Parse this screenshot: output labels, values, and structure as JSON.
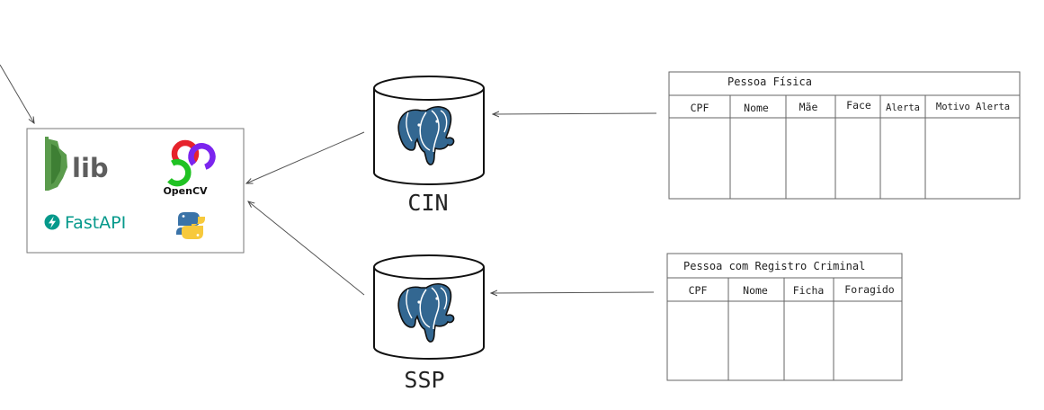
{
  "logos": {
    "dlib": "lib",
    "opencv": "OpenCV",
    "fastapi": "FastAPI"
  },
  "databases": [
    {
      "label": "CIN"
    },
    {
      "label": "SSP"
    }
  ],
  "tables": [
    {
      "title": "Pessoa Física",
      "columns": [
        "CPF",
        "Nome",
        "Mãe",
        "Face",
        "Alerta",
        "Motivo Alerta"
      ]
    },
    {
      "title": "Pessoa com Registro Criminal",
      "columns": [
        "CPF",
        "Nome",
        "Ficha",
        "Foragido"
      ]
    }
  ]
}
